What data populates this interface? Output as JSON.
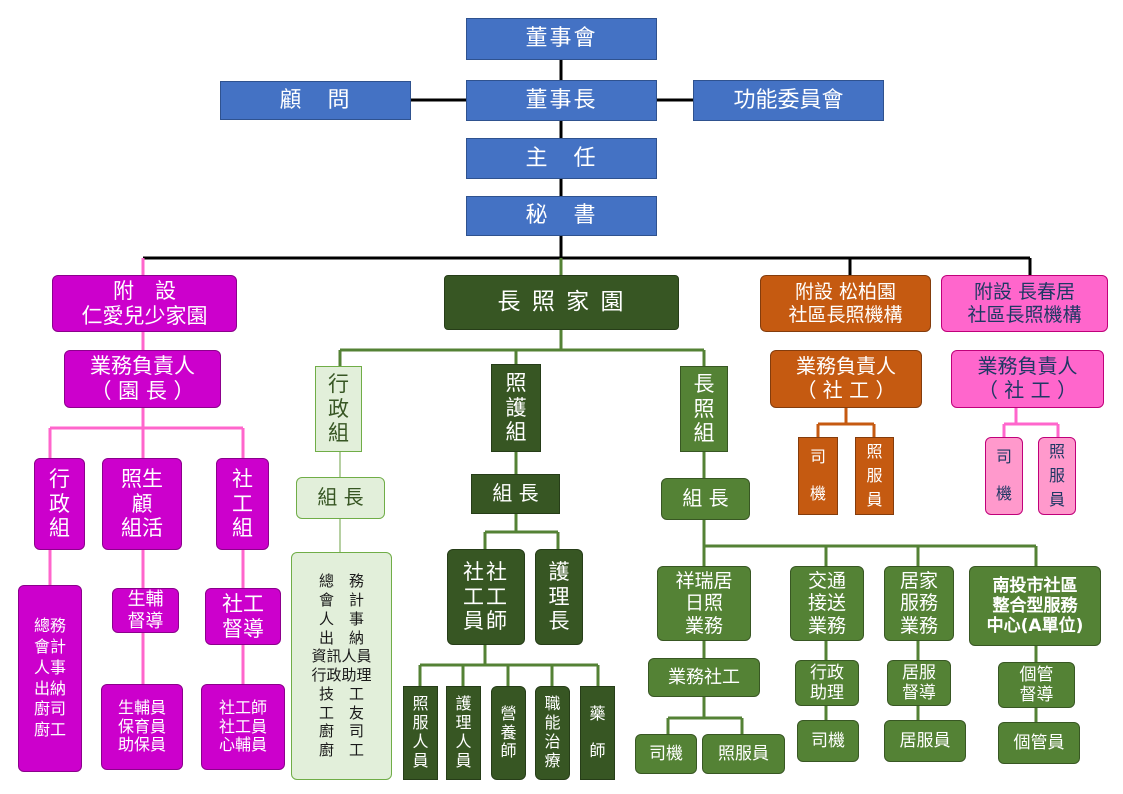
{
  "top": {
    "board": "董事會",
    "advisor": "顧　問",
    "chairman": "董事長",
    "committee": "功能委員會",
    "director": "主　任",
    "secretary": "秘　書"
  },
  "renai": {
    "title": "附　設\n仁愛兒少家園",
    "head": "業務負責人\n（ 園 長 ）",
    "groups": [
      {
        "label": "行\n政\n組",
        "sub": "總務\n會計\n人事\n出納\n廚司\n廚工"
      },
      {
        "label": "照生\n顧\n組活",
        "lead": "生輔\n督導",
        "sub": "生輔員\n保育員\n助保員"
      },
      {
        "label": "社\n工\n組",
        "lead": "社工\n督導",
        "sub": "社工師\n社工員\n心輔員"
      }
    ]
  },
  "longcare": {
    "title": "長 照 家 園",
    "admin": {
      "label": "行\n政\n組",
      "leader": "組 長",
      "staff": "總　務\n會　計\n人　事\n出　納\n資訊人員\n行政助理\n技　工\n工　友\n廚　司\n廚　工"
    },
    "care": {
      "label": "照\n護\n組",
      "leader": "組 長",
      "social": "社社\n工工\n員師",
      "nurse": "護\n理\n長",
      "roles": [
        "照\n服\n人\n員",
        "護\n理\n人\n員",
        "營\n養\n師",
        "職\n能\n治\n療",
        "藥\n\n師"
      ]
    },
    "ltc": {
      "label": "長\n照\n組",
      "leader": "組 長",
      "units": [
        {
          "name": "祥瑞居\n日照\n業務",
          "mid": "業務社工",
          "subs": [
            "司機",
            "照服員"
          ]
        },
        {
          "name": "交通\n接送\n業務",
          "mid": "行政\n助理",
          "subs": [
            "司機"
          ]
        },
        {
          "name": "居家\n服務\n業務",
          "mid": "居服\n督導",
          "subs": [
            "居服員"
          ]
        },
        {
          "name": "南投市社區\n整合型服務\n中心(A單位)",
          "mid": "個管\n督導",
          "subs": [
            "個管員"
          ]
        }
      ]
    }
  },
  "songbo": {
    "title": "附設 松柏園\n社區長照機構",
    "head": "業務負責人\n（ 社 工 ）",
    "staff": [
      "司\n\n機",
      "照\n服\n員"
    ]
  },
  "changchun": {
    "title": "附設 長春居\n社區長照機構",
    "head": "業務負責人\n（ 社 工 ）",
    "staff": [
      "司\n\n機",
      "照\n服\n員"
    ]
  },
  "colors": {
    "board": "#4472c4",
    "renai": "#cc00cc",
    "longcare_dark": "#375623",
    "longcare_mid": "#548235",
    "longcare_light": "#e2efda",
    "songbo": "#c55a11",
    "changchun": "#ff66cc"
  }
}
